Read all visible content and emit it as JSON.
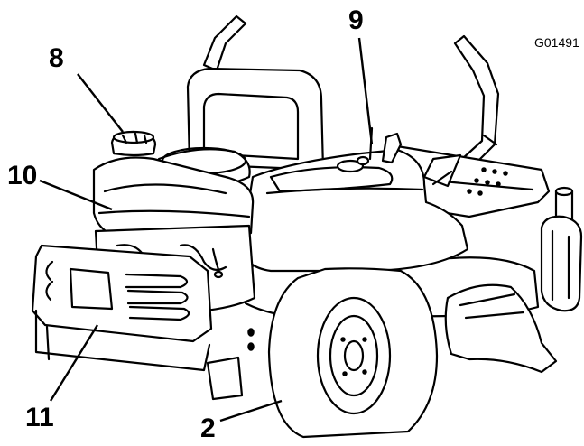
{
  "figure_id": "G01491",
  "callouts": [
    {
      "label": "8"
    },
    {
      "label": "9"
    },
    {
      "label": "10"
    },
    {
      "label": "11"
    },
    {
      "label": "2"
    }
  ]
}
